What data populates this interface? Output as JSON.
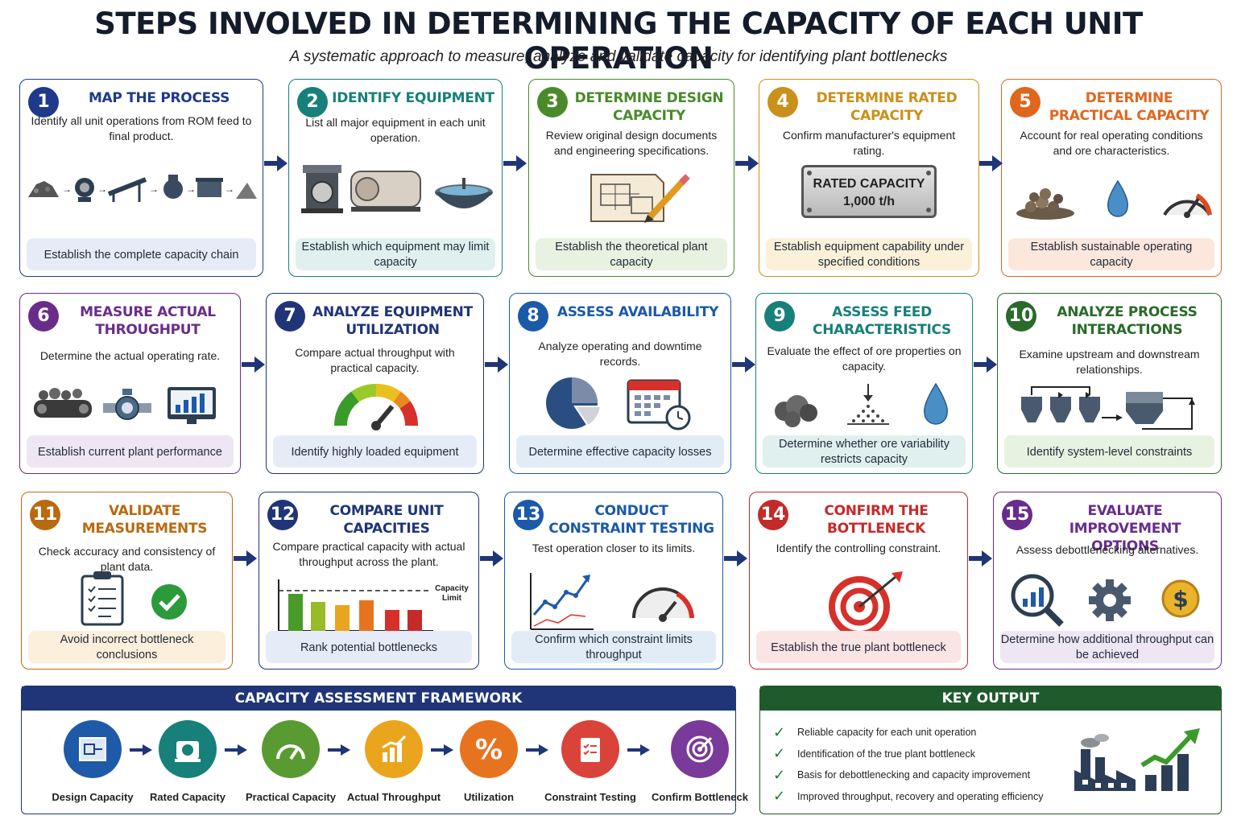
{
  "header": {
    "title": "STEPS INVOLVED IN DETERMINING THE CAPACITY OF EACH UNIT OPERATION",
    "subtitle": "A systematic approach to measure, analyze and validate capacity for identifying plant bottlenecks"
  },
  "steps": [
    {
      "num": "1",
      "title": "MAP THE PROCESS",
      "desc": "Identify all unit operations from ROM feed to final product.",
      "outcome": "Establish the complete capacity chain",
      "color": "#1f3a8a",
      "foot": "#e6ecf7"
    },
    {
      "num": "2",
      "title": "IDENTIFY EQUIPMENT",
      "desc": "List all major equipment in each unit operation.",
      "outcome": "Establish which equipment may limit capacity",
      "color": "#17807a",
      "foot": "#e0f0ef"
    },
    {
      "num": "3",
      "title": "DETERMINE DESIGN CAPACITY",
      "desc": "Review original design documents and engineering specifications.",
      "outcome": "Establish the theoretical plant capacity",
      "color": "#4a8a2a",
      "foot": "#e8f2e0"
    },
    {
      "num": "4",
      "title": "DETERMINE RATED CAPACITY",
      "desc": "Confirm manufacturer's equipment rating.",
      "outcome": "Establish equipment capability under specified conditions",
      "color": "#c9901a",
      "foot": "#fbf0d8",
      "plate": {
        "line1": "RATED CAPACITY",
        "line2": "1,000 t/h"
      }
    },
    {
      "num": "5",
      "title": "DETERMINE PRACTICAL CAPACITY",
      "desc": "Account for real operating conditions and ore characteristics.",
      "outcome": "Establish sustainable operating capacity",
      "color": "#e0661e",
      "foot": "#fce7dc"
    },
    {
      "num": "6",
      "title": "MEASURE ACTUAL THROUGHPUT",
      "desc": "Determine the actual operating rate.",
      "outcome": "Establish current plant performance",
      "color": "#6a2c8a",
      "foot": "#efe6f4"
    },
    {
      "num": "7",
      "title": "ANALYZE EQUIPMENT UTILIZATION",
      "desc": "Compare actual throughput with practical capacity.",
      "outcome": "Identify highly loaded equipment",
      "color": "#1f3577",
      "foot": "#e6ecf7"
    },
    {
      "num": "8",
      "title": "ASSESS AVAILABILITY",
      "desc": "Analyze operating and downtime records.",
      "outcome": "Determine effective capacity losses",
      "color": "#1a5aa8",
      "foot": "#e2ecf7"
    },
    {
      "num": "9",
      "title": "ASSESS FEED CHARACTERISTICS",
      "desc": "Evaluate the effect of ore properties on capacity.",
      "outcome": "Determine whether ore variability restricts capacity",
      "color": "#17807a",
      "foot": "#e0f0ef"
    },
    {
      "num": "10",
      "title": "ANALYZE PROCESS INTERACTIONS",
      "desc": "Examine upstream and downstream relationships.",
      "outcome": "Identify system-level constraints",
      "color": "#2a6a2a",
      "foot": "#e8f2e0"
    },
    {
      "num": "11",
      "title": "VALIDATE MEASUREMENTS",
      "desc": "Check accuracy and consistency of plant data.",
      "outcome": "Avoid incorrect bottleneck conclusions",
      "color": "#b86a10",
      "foot": "#fcefdc"
    },
    {
      "num": "12",
      "title": "COMPARE UNIT CAPACITIES",
      "desc": "Compare practical capacity with actual throughput across the plant.",
      "outcome": "Rank potential bottlenecks",
      "color": "#1f3577",
      "foot": "#e6ecf7",
      "limit_label": "Capacity Limit"
    },
    {
      "num": "13",
      "title": "CONDUCT CONSTRAINT TESTING",
      "desc": "Test operation closer to its limits.",
      "outcome": "Confirm which constraint limits throughput",
      "color": "#1a5aa8",
      "foot": "#e2ecf7"
    },
    {
      "num": "14",
      "title": "CONFIRM THE BOTTLENECK",
      "desc": "Identify the controlling constraint.",
      "outcome": "Establish the true plant bottleneck",
      "color": "#c42a2a",
      "foot": "#fbe4e4"
    },
    {
      "num": "15",
      "title": "EVALUATE IMPROVEMENT OPTIONS",
      "desc": "Assess debottlenecking alternatives.",
      "outcome": "Determine how additional throughput can be achieved",
      "color": "#6a2c8a",
      "foot": "#efe6f4"
    }
  ],
  "framework": {
    "title": "CAPACITY ASSESSMENT FRAMEWORK",
    "items": [
      {
        "label": "Design Capacity",
        "color": "#1f5aa8",
        "icon": "blueprint-icon"
      },
      {
        "label": "Rated Capacity",
        "color": "#17807a",
        "icon": "motor-icon"
      },
      {
        "label": "Practical Capacity",
        "color": "#5a9a32",
        "icon": "gauge-icon"
      },
      {
        "label": "Actual Throughput",
        "color": "#eaa51e",
        "icon": "bar-chart-icon"
      },
      {
        "label": "Utilization",
        "color": "#e8731e",
        "icon": "percent-icon"
      },
      {
        "label": "Constraint Testing",
        "color": "#d9433a",
        "icon": "clipboard-icon"
      },
      {
        "label": "Confirm Bottleneck",
        "color": "#7a3a9a",
        "icon": "target-icon"
      }
    ]
  },
  "key_output": {
    "title": "KEY OUTPUT",
    "items": [
      "Reliable capacity for each unit operation",
      "Identification of the true plant bottleneck",
      "Basis for debottlenecking and capacity improvement",
      "Improved throughput, recovery and operating efficiency"
    ]
  }
}
